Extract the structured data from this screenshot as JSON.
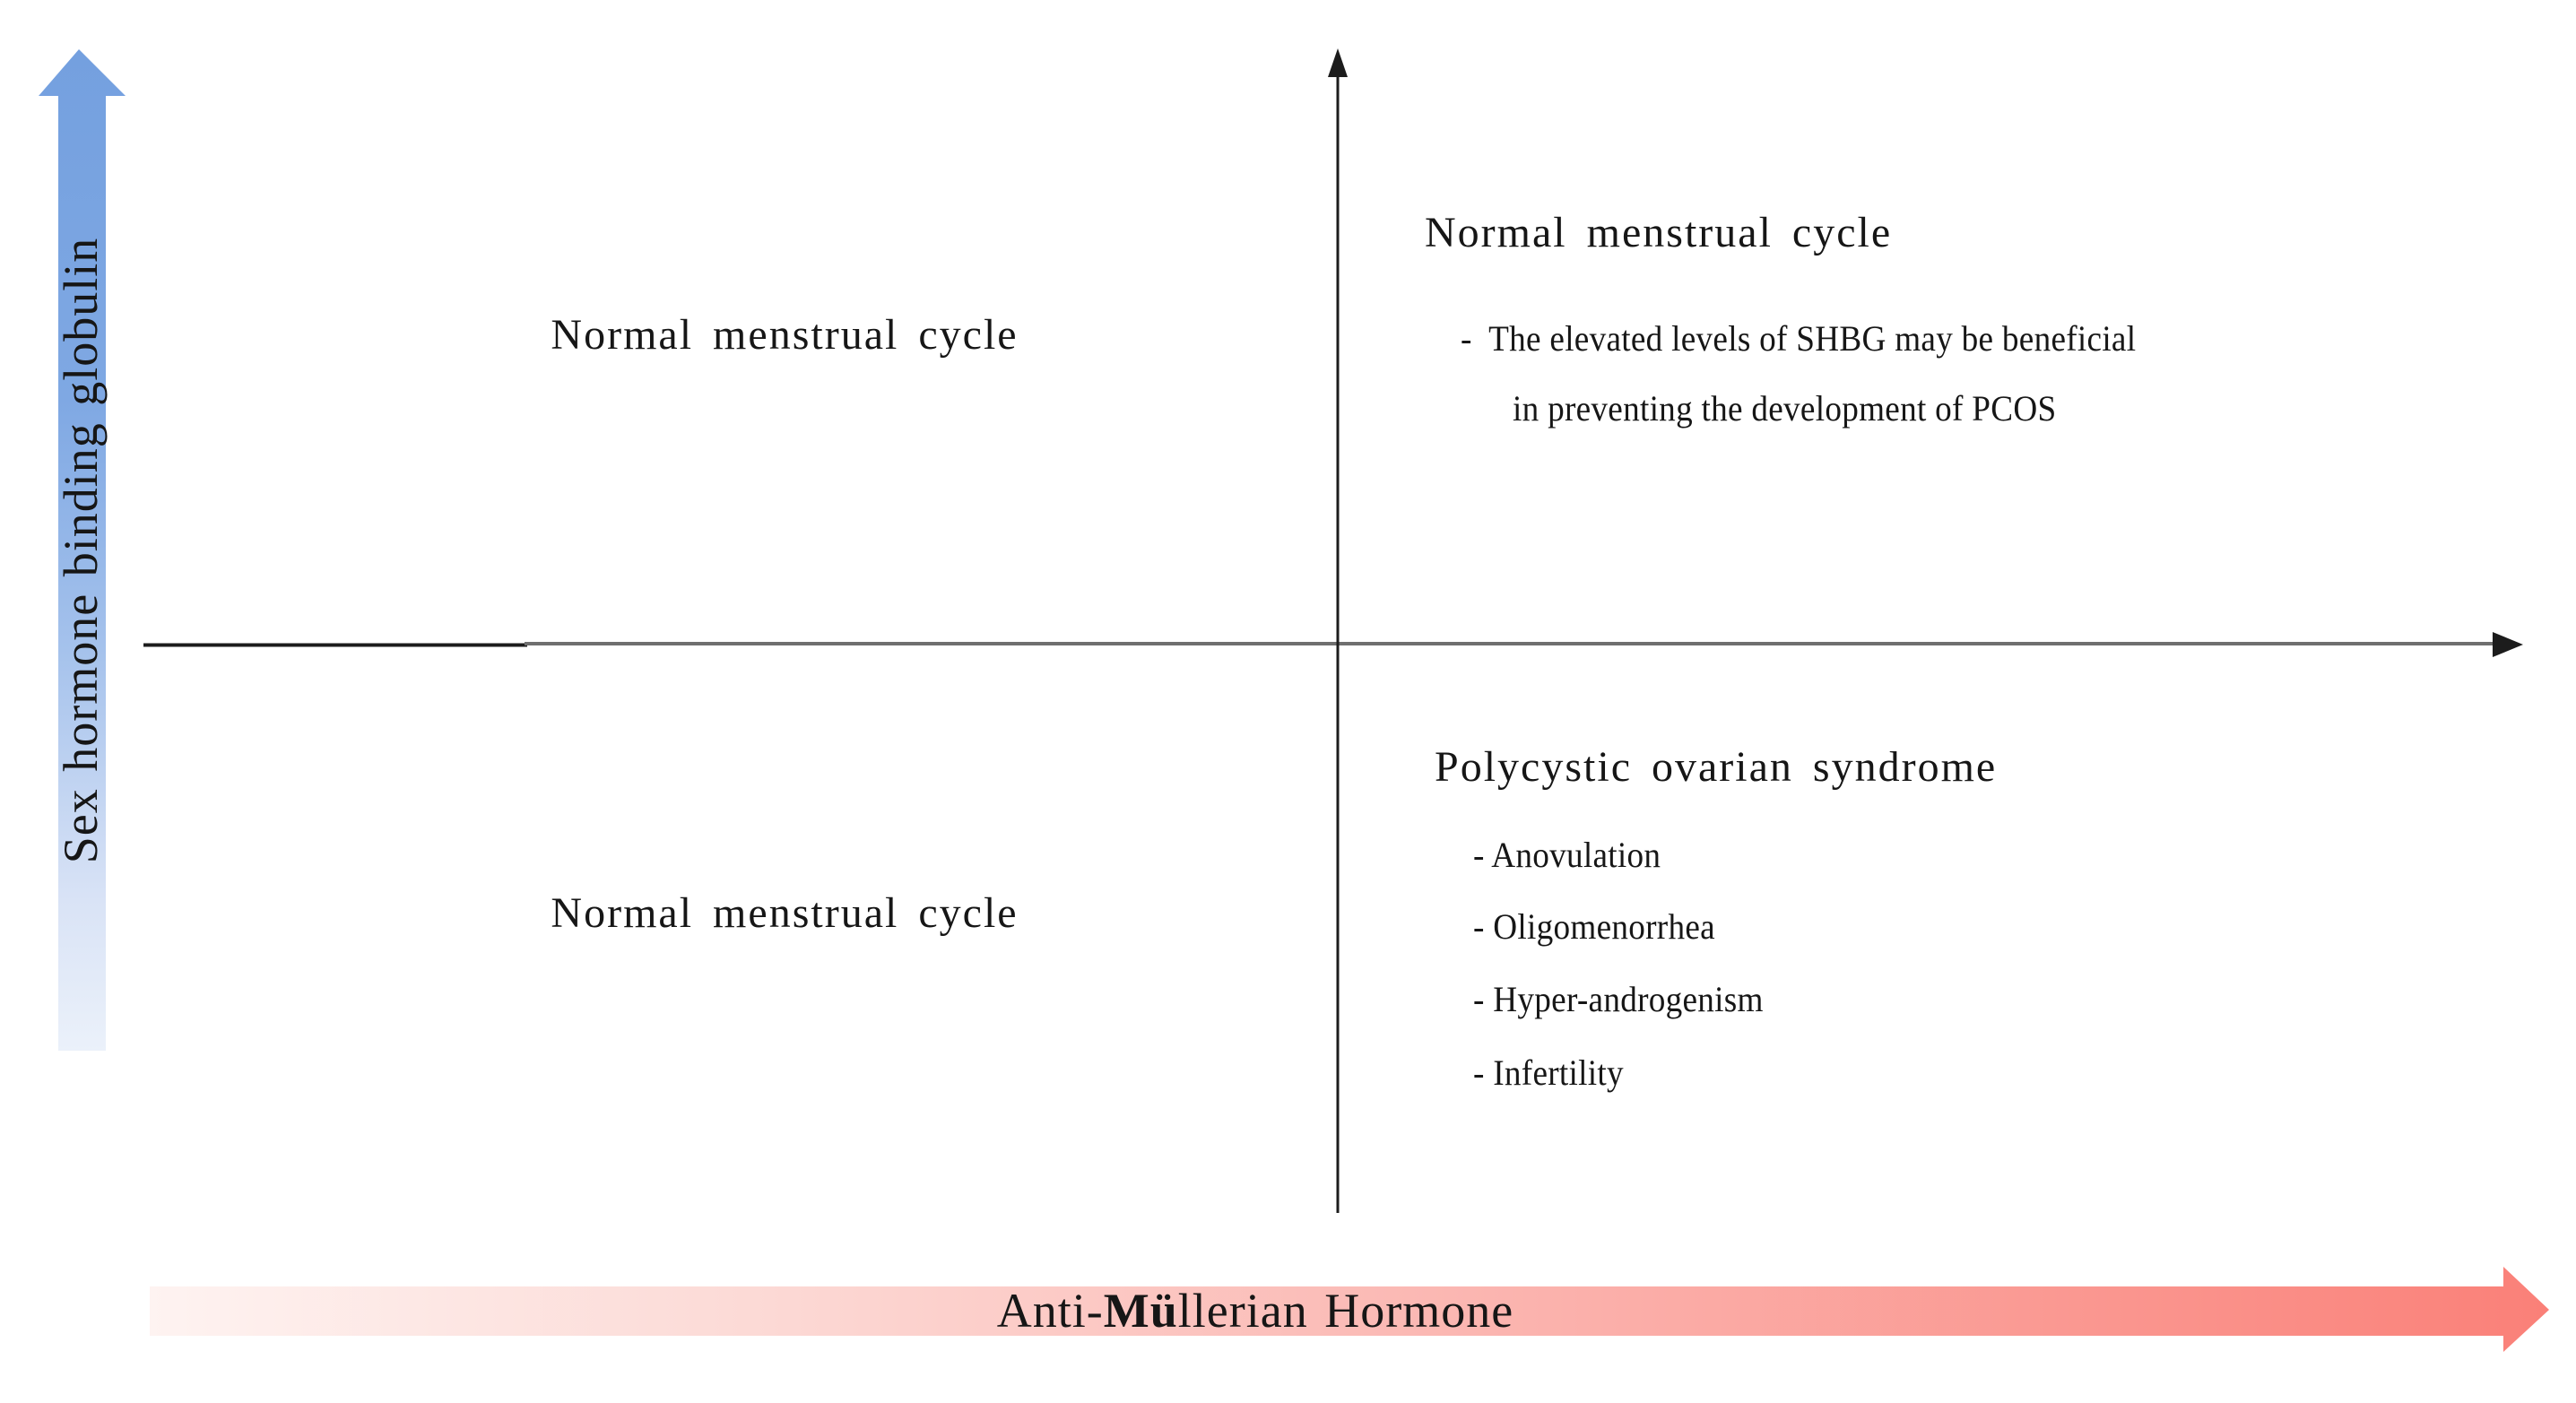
{
  "figure": {
    "y_axis": {
      "label": "Sex hormone binding globulin"
    },
    "x_axis": {
      "label_prefix": "Anti-",
      "label_bold": "Mü",
      "label_suffix": "llerian Hormone"
    },
    "quadrants": {
      "top_left": {
        "title": "Normal menstrual cycle"
      },
      "top_right": {
        "title": "Normal menstrual cycle",
        "bullet_line1": "-  The elevated levels of SHBG may be beneficial",
        "bullet_line2": "in preventing the development of PCOS"
      },
      "bottom_left": {
        "title": "Normal menstrual cycle"
      },
      "bottom_right": {
        "title": "Polycystic ovarian syndrome",
        "bullets": [
          "- Anovulation",
          "- Oligomenorrhea",
          "- Hyper-androgenism",
          "- Infertility"
        ]
      }
    },
    "colors": {
      "y_arrow_top": "#74a0df",
      "y_arrow_upper": "#7fa8e3",
      "y_arrow_mid": "#a5c2ec",
      "y_arrow_lower": "#d9e3f6",
      "y_arrow_bottom": "#ebf1fa",
      "x_arrow_left": "#fef3f1",
      "x_arrow_mid_left": "#fcdad6",
      "x_arrow_mid": "#fbb6b1",
      "x_arrow_right": "#fa8078",
      "axis_dark": "#1c1c1c",
      "axis_gray": "#6f6f6f",
      "text": "#161616"
    }
  }
}
